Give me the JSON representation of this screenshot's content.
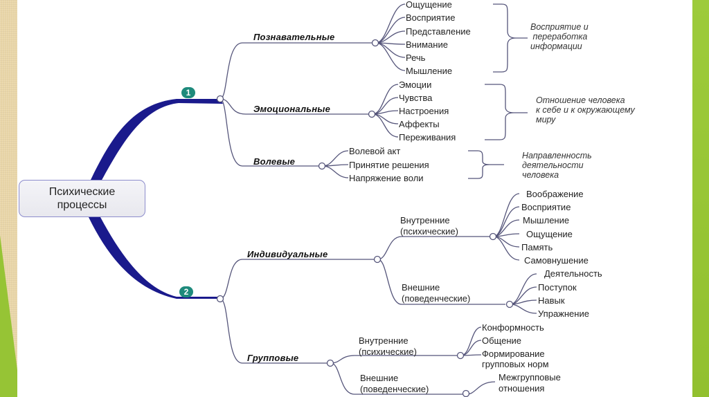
{
  "root": {
    "label": "Психические\nпроцессы"
  },
  "branches": [
    {
      "badge": "1",
      "categories": [
        {
          "label": "Познавательные",
          "items": [
            "Ощущение",
            "Восприятие",
            "Представление",
            "Внимание",
            "Речь",
            "Мышление"
          ],
          "note": "Восприятие и\n переработка\nинформации"
        },
        {
          "label": "Эмоциональные",
          "items": [
            "Эмоции",
            "Чувства",
            "Настроения",
            "Аффекты",
            "Переживания"
          ],
          "note": "Отношение человека\nк себе и к окружающему\nмиру"
        },
        {
          "label": "Волевые",
          "items": [
            "Волевой акт",
            "Принятие решения",
            "Напряжение воли"
          ],
          "note": "Направленность\nдеятельности\nчеловека"
        }
      ]
    },
    {
      "badge": "2",
      "categories": [
        {
          "label": "Индивидуальные",
          "subgroups": [
            {
              "label": "Внутренние\n(психические)",
              "items": [
                "Воображение",
                "Восприятие",
                "Мышление",
                "Ощущение",
                "Память",
                "Самовнушение"
              ]
            },
            {
              "label": "Внешние\n(поведенческие)",
              "items": [
                "Деятельность",
                "Поступок",
                "Навык",
                "Упражнение"
              ]
            }
          ]
        },
        {
          "label": "Групповые",
          "subgroups": [
            {
              "label": "Внутренние\n(психические)",
              "items": [
                "Конформность",
                "Общение",
                "Формирование\nгрупповых норм"
              ]
            },
            {
              "label": "Внешние\n(поведенческие)",
              "items": [
                "Межгрупповые\nотношения"
              ]
            }
          ]
        }
      ]
    }
  ],
  "colors": {
    "trunk": "#1a1a8c",
    "branch": "#55557a",
    "badge": "#1e8a7c",
    "accent_green": "#96c435",
    "strip": "#e9d6a8"
  }
}
